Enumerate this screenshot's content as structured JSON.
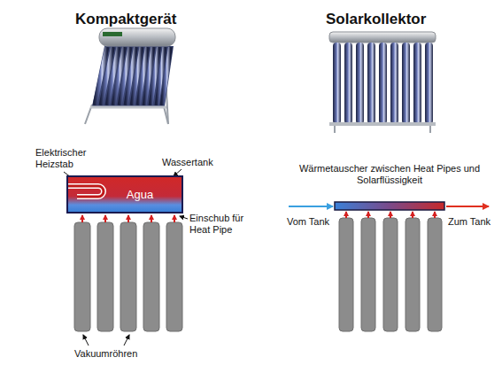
{
  "diagram": {
    "nodes": [
      {
        "text": [
          "Agua"
        ]
      }
    ],
    "labels": [
      "Kompaktgerät",
      "Solarkollektor",
      "Elektrischer Heizstab",
      "Wassertank",
      "Einschub für Heat Pipe",
      "Vakuumröhren",
      "Wärmetauscher zwischen Heat Pipes und Solarflüssigkeit",
      "Vom Tank",
      "Zum Tank"
    ]
  }
}
